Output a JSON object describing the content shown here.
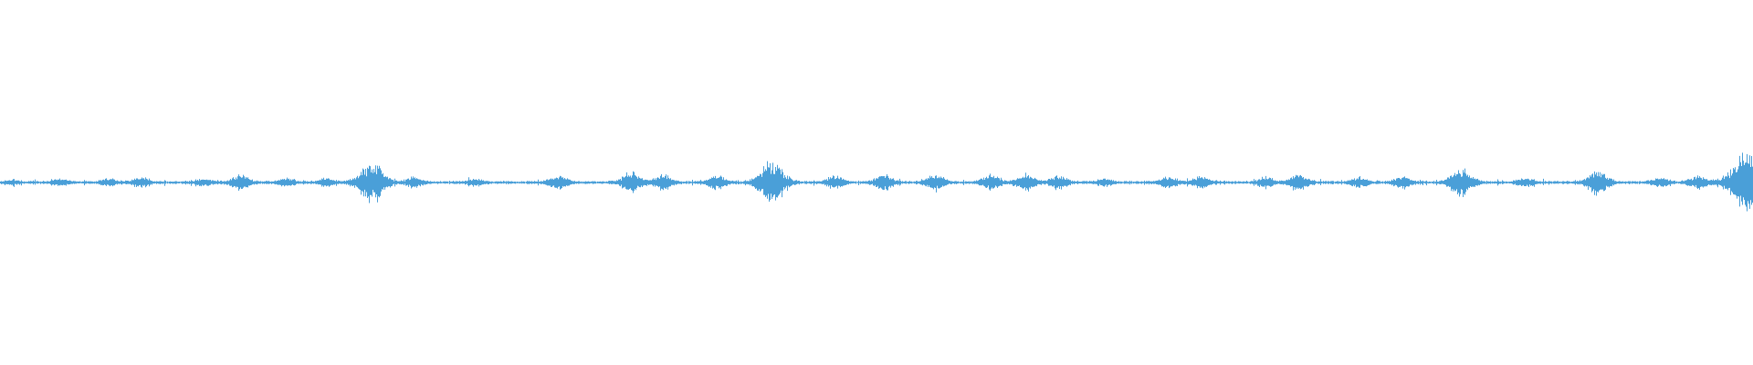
{
  "waveform": {
    "wave_color": "#4a9fd8",
    "background_color": "#ffffff",
    "events": [
      {
        "t": 0.006,
        "a": 0.012
      },
      {
        "t": 0.034,
        "a": 0.018
      },
      {
        "t": 0.062,
        "a": 0.022
      },
      {
        "t": 0.08,
        "a": 0.03
      },
      {
        "t": 0.116,
        "a": 0.018
      },
      {
        "t": 0.137,
        "a": 0.045
      },
      {
        "t": 0.163,
        "a": 0.02
      },
      {
        "t": 0.186,
        "a": 0.022
      },
      {
        "t": 0.212,
        "a": 0.13
      },
      {
        "t": 0.236,
        "a": 0.03
      },
      {
        "t": 0.271,
        "a": 0.02
      },
      {
        "t": 0.318,
        "a": 0.04
      },
      {
        "t": 0.36,
        "a": 0.06
      },
      {
        "t": 0.378,
        "a": 0.045
      },
      {
        "t": 0.409,
        "a": 0.04
      },
      {
        "t": 0.44,
        "a": 0.13
      },
      {
        "t": 0.476,
        "a": 0.04
      },
      {
        "t": 0.504,
        "a": 0.045
      },
      {
        "t": 0.533,
        "a": 0.05
      },
      {
        "t": 0.565,
        "a": 0.045
      },
      {
        "t": 0.585,
        "a": 0.055
      },
      {
        "t": 0.604,
        "a": 0.04
      },
      {
        "t": 0.63,
        "a": 0.02
      },
      {
        "t": 0.666,
        "a": 0.03
      },
      {
        "t": 0.685,
        "a": 0.035
      },
      {
        "t": 0.722,
        "a": 0.03
      },
      {
        "t": 0.741,
        "a": 0.045
      },
      {
        "t": 0.775,
        "a": 0.03
      },
      {
        "t": 0.8,
        "a": 0.035
      },
      {
        "t": 0.833,
        "a": 0.085
      },
      {
        "t": 0.87,
        "a": 0.025
      },
      {
        "t": 0.911,
        "a": 0.075
      },
      {
        "t": 0.947,
        "a": 0.03
      },
      {
        "t": 0.968,
        "a": 0.04
      },
      {
        "t": 0.998,
        "a": 0.22
      }
    ]
  }
}
